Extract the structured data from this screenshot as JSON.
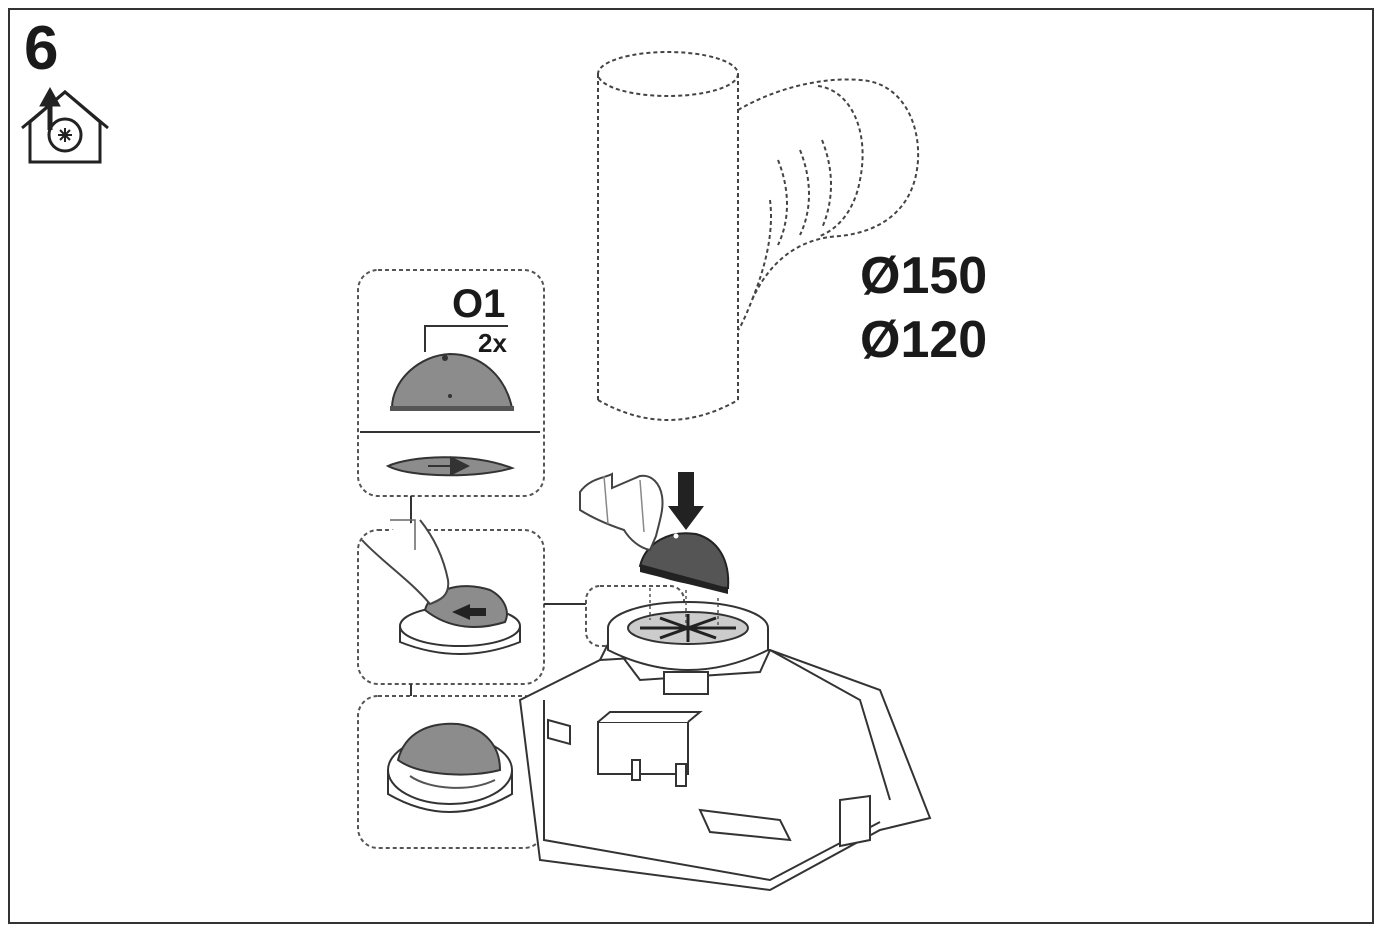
{
  "step": {
    "number": "6"
  },
  "icons": {
    "mode": "ducted-extraction-house-icon"
  },
  "duct": {
    "diameters": [
      "Ø150",
      "Ø120"
    ]
  },
  "detail": {
    "part_code": "O1",
    "quantity": "2x"
  },
  "colors": {
    "line": "#333333",
    "flap_fill": "#8c8c8c",
    "flap_dark": "#555555",
    "background": "#ffffff"
  }
}
